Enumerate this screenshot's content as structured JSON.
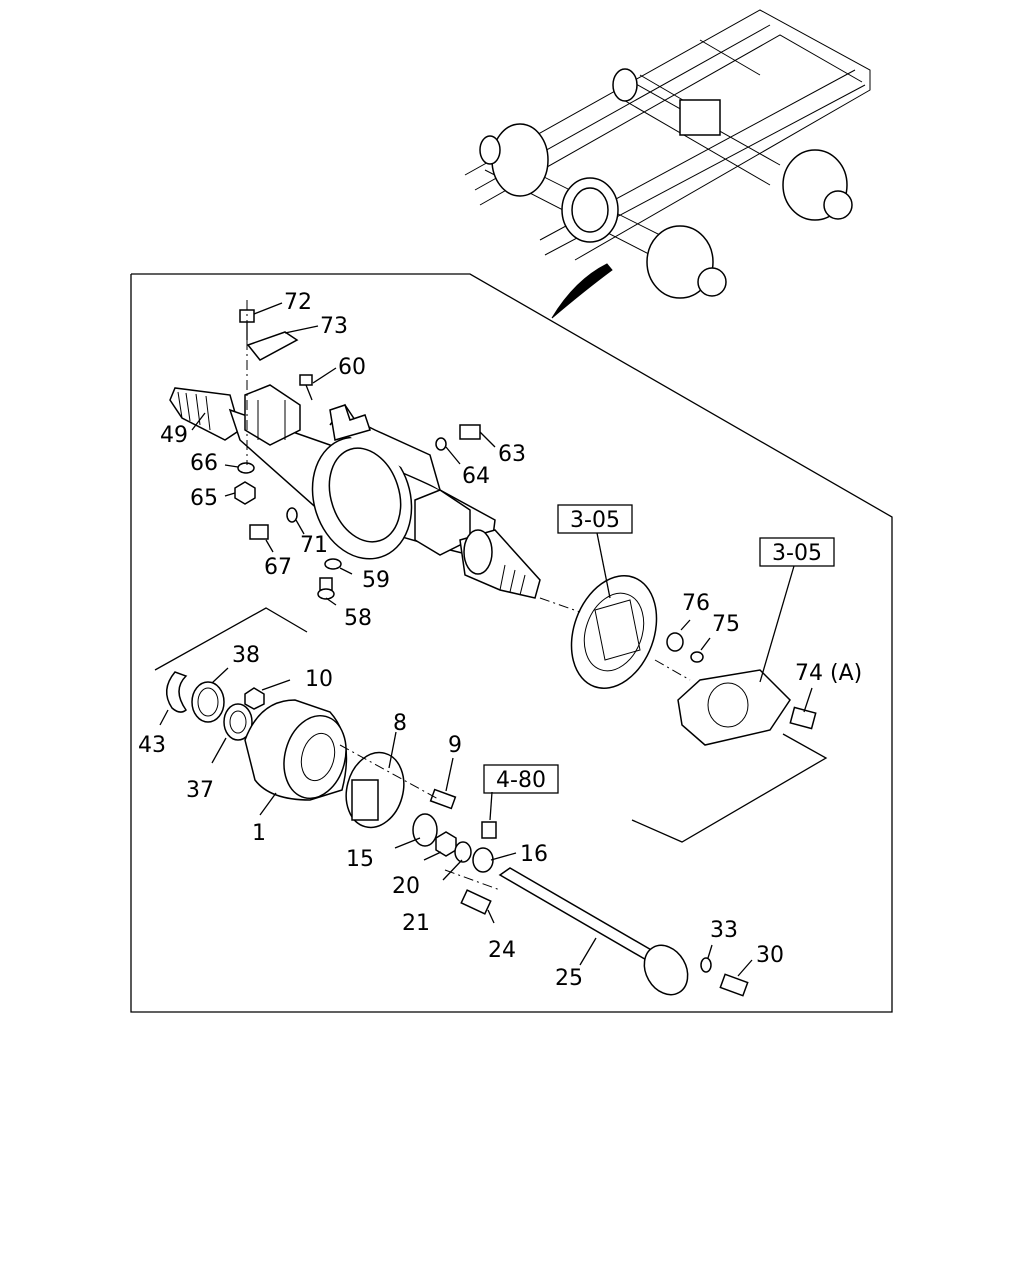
{
  "labels": {
    "p1": "1",
    "p8": "8",
    "p9": "9",
    "p10": "10",
    "p15": "15",
    "p16": "16",
    "p20": "20",
    "p21": "21",
    "p24": "24",
    "p25": "25",
    "p30": "30",
    "p33": "33",
    "p37": "37",
    "p38": "38",
    "p43": "43",
    "p49": "49",
    "p58": "58",
    "p59": "59",
    "p60": "60",
    "p63": "63",
    "p64": "64",
    "p65": "65",
    "p66": "66",
    "p67": "67",
    "p71": "71",
    "p72": "72",
    "p73": "73",
    "p74": "74 (A)",
    "p75": "75",
    "p76": "76"
  },
  "refs": {
    "r1": "3-05",
    "r2": "3-05",
    "r3": "4-80"
  }
}
